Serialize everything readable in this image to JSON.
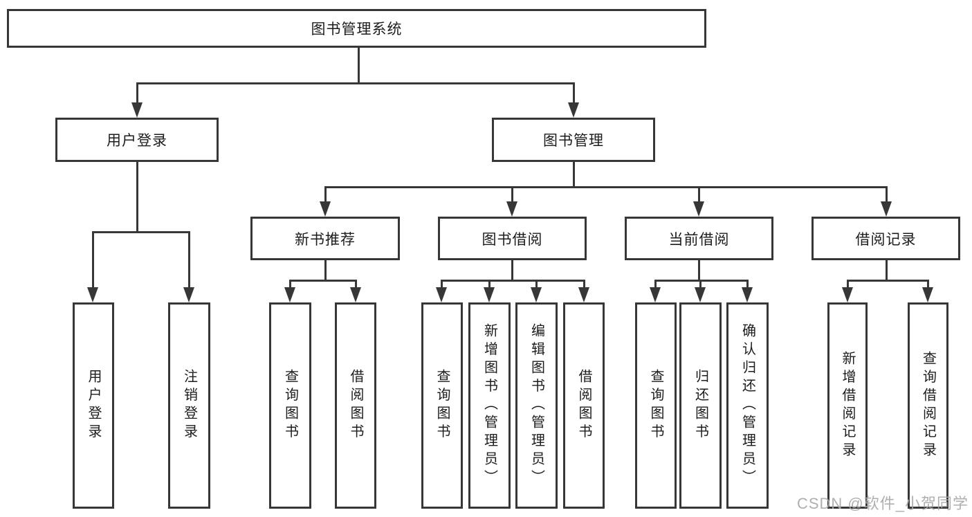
{
  "tree": {
    "root": "图书管理系统",
    "branches": [
      {
        "label": "用户登录",
        "children": [
          "用户登录",
          "注销登录"
        ]
      },
      {
        "label": "图书管理",
        "sections": [
          {
            "label": "新书推荐",
            "children": [
              "查询图书",
              "借阅图书"
            ]
          },
          {
            "label": "图书借阅",
            "children": [
              "查询图书",
              "新增图书（管理员）",
              "编辑图书（管理员）",
              "借阅图书"
            ]
          },
          {
            "label": "当前借阅",
            "children": [
              "查询图书",
              "归还图书",
              "确认归还（管理员）"
            ]
          },
          {
            "label": "借阅记录",
            "children": [
              "新增借阅记录",
              "查询借阅记录"
            ]
          }
        ]
      }
    ]
  },
  "watermark": {
    "text": "CSDN @软件_小贺同学"
  },
  "colors": {
    "line": "#373737",
    "box_border": "#373737",
    "box_fill": "#ffffff",
    "text": "#1c1c1c",
    "watermark": "#a8a8a8"
  }
}
